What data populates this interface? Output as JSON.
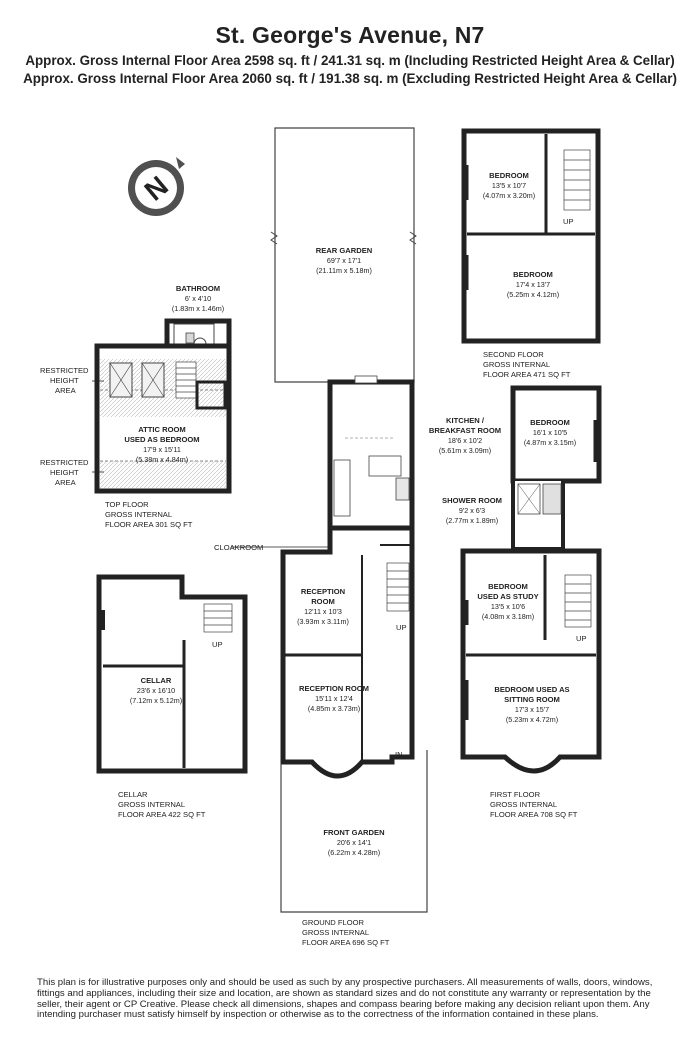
{
  "header": {
    "title": "St. George's Avenue, N7",
    "area_including": "Approx. Gross Internal Floor Area 2598 sq. ft / 241.31 sq. m (Including Restricted Height Area & Cellar)",
    "area_excluding": "Approx. Gross Internal Floor Area 2060 sq. ft / 191.38 sq. m (Excluding Restricted Height Area & Cellar)"
  },
  "compass": {
    "icon": "compass-icon",
    "letter": "N"
  },
  "top_floor": {
    "label": [
      "TOP FLOOR",
      "GROSS INTERNAL",
      "FLOOR AREA 301 SQ FT"
    ],
    "bathroom": {
      "name": "BATHROOM",
      "size_imperial": "6' x 4'10",
      "size_metric": "(1.83m x 1.46m)"
    },
    "attic_room": {
      "name_line1": "ATTIC ROOM",
      "name_line2": "USED AS BEDROOM",
      "size_imperial": "17'9 x 15'11",
      "size_metric": "(5.38m x 4.84m)"
    },
    "restricted_1": [
      "RESTRICTED",
      "HEIGHT",
      "AREA"
    ],
    "restricted_2": [
      "RESTRICTED",
      "HEIGHT",
      "AREA"
    ]
  },
  "cellar": {
    "label": [
      "CELLAR",
      "GROSS INTERNAL",
      "FLOOR AREA 422 SQ FT"
    ],
    "room": {
      "name": "CELLAR",
      "size_imperial": "23'6 x 16'10",
      "size_metric": "(7.12m x 5.12m)"
    },
    "stairs_label": "UP"
  },
  "ground_floor": {
    "label": [
      "GROUND FLOOR",
      "GROSS INTERNAL",
      "FLOOR AREA 696 SQ FT"
    ],
    "rear_garden": {
      "name": "REAR GARDEN",
      "size_imperial": "69'7 x 17'1",
      "size_metric": "(21.11m x 5.18m)"
    },
    "kitchen": {
      "name_line1": "KITCHEN /",
      "name_line2": "BREAKFAST ROOM",
      "size_imperial": "18'6 x 10'2",
      "size_metric": "(5.61m x 3.09m)"
    },
    "cloakroom": "CLOAKROOM",
    "reception_1": {
      "name_line1": "RECEPTION",
      "name_line2": "ROOM",
      "size_imperial": "12'11 x 10'3",
      "size_metric": "(3.93m x 3.11m)"
    },
    "reception_2": {
      "name": "RECEPTION ROOM",
      "size_imperial": "15'11 x 12'4",
      "size_metric": "(4.85m x 3.73m)"
    },
    "front_garden": {
      "name": "FRONT GARDEN",
      "size_imperial": "20'6 x 14'1",
      "size_metric": "(6.22m x 4.28m)"
    },
    "stairs_label": "UP",
    "entrance_label": "IN"
  },
  "second_floor": {
    "label": [
      "SECOND FLOOR",
      "GROSS INTERNAL",
      "FLOOR AREA 471 SQ FT"
    ],
    "bedroom_1": {
      "name": "BEDROOM",
      "size_imperial": "13'5 x 10'7",
      "size_metric": "(4.07m x 3.20m)"
    },
    "bedroom_2": {
      "name": "BEDROOM",
      "size_imperial": "17'4 x 13'7",
      "size_metric": "(5.25m x 4.12m)"
    },
    "stairs_label": "UP"
  },
  "first_floor": {
    "label": [
      "FIRST FLOOR",
      "GROSS INTERNAL",
      "FLOOR AREA 708 SQ FT"
    ],
    "bedroom": {
      "name": "BEDROOM",
      "size_imperial": "16'1 x 10'5",
      "size_metric": "(4.87m x 3.15m)"
    },
    "shower_room": {
      "name": "SHOWER ROOM",
      "size_imperial": "9'2 x 6'3",
      "size_metric": "(2.77m x 1.89m)"
    },
    "study": {
      "name_line1": "BEDROOM",
      "name_line2": "USED AS STUDY",
      "size_imperial": "13'5 x 10'6",
      "size_metric": "(4.08m x 3.18m)"
    },
    "sitting_room": {
      "name_line1": "BEDROOM  USED AS",
      "name_line2": "SITTING ROOM",
      "size_imperial": "17'3 x 15'7",
      "size_metric": "(5.23m x 4.72m)"
    },
    "stairs_label": "UP"
  },
  "disclaimer": "This plan is for illustrative purposes only and should be used as such by any prospective purchasers. All measurements of walls, doors, windows, fittings and appliances, including their size and location, are shown as standard sizes and do not constitute any warranty or representation by the seller, their agent or CP Creative. Please check all dimensions, shapes and compass bearing before making any decision reliant upon them. Any intending purchaser must satisfy himself by inspection or otherwise as to the correctness of the information contained in these plans."
}
